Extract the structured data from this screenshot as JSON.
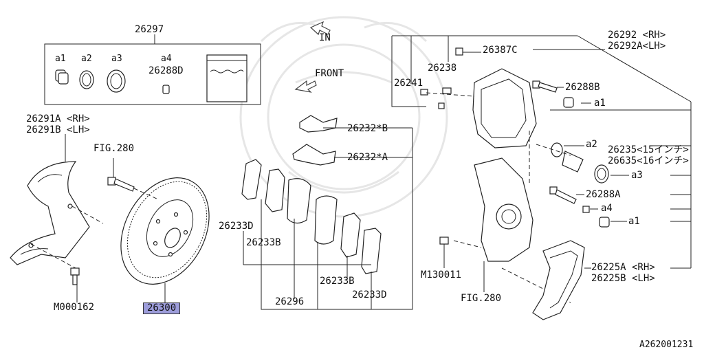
{
  "diagram": {
    "doc_code": "A262001231",
    "directions": {
      "in": "IN",
      "front": "FRONT"
    },
    "kit": {
      "part_no": "26297",
      "items": [
        {
          "label": "a1"
        },
        {
          "label": "a2"
        },
        {
          "label": "a3"
        },
        {
          "label": "a4",
          "part_no": "26288D"
        }
      ]
    },
    "labels": {
      "p26291a": "26291A <RH>",
      "p26291b": "26291B <LH>",
      "fig280_left": "FIG.280",
      "m000162": "M000162",
      "p26300": "26300",
      "p26233d_left": "26233D",
      "p26233b_left": "26233B",
      "p26296": "26296",
      "p26233b_right": "26233B",
      "p26233d_right": "26233D",
      "p26232b": "26232*B",
      "p26232a": "26232*A",
      "p26241": "26241",
      "p26238": "26238",
      "p26387c": "26387C",
      "p26292": "26292 <RH>",
      "p26292a": "26292A<LH>",
      "p26288b": "26288B",
      "a1_upper": "a1",
      "a2": "a2",
      "p26235": "26235<15インチ>",
      "p26635": "26635<16インチ>",
      "a3": "a3",
      "p26288a": "26288A",
      "a4": "a4",
      "a1_lower": "a1",
      "m130011": "M130011",
      "fig280_right": "FIG.280",
      "p26225a": "26225A <RH>",
      "p26225b": "26225B <LH>"
    }
  }
}
